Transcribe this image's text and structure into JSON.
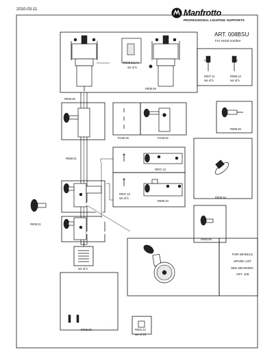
{
  "header": {
    "date": "2010-03-11",
    "brand": "Manfrotto",
    "tagline": "PROFESSIONAL LIGHTING SUPPORTS",
    "article": "ART. 008BSU",
    "serial_note": "For serial number"
  },
  "parts": [
    {
      "code": "R008.09"
    },
    {
      "code": "R008.511AV",
      "qty": "set of 5"
    },
    {
      "code": "R007.11",
      "qty": "set of 5"
    },
    {
      "code": "R098.12",
      "qty": "set of 5"
    },
    {
      "code": "R008.05"
    },
    {
      "code": "R128.26"
    },
    {
      "code": "R128.02"
    },
    {
      "code": "R099.35"
    },
    {
      "code": "R008.01"
    },
    {
      "code": "R007.13"
    },
    {
      "code": "R007.15",
      "qty": "set of 5"
    },
    {
      "code": "R008.10"
    },
    {
      "code": "R008.34"
    },
    {
      "code": "R008.31"
    },
    {
      "code": "R093.48"
    },
    {
      "code": "set of 5"
    },
    {
      "code": "R008.08"
    },
    {
      "code": "R004.12",
      "qty": "set of 10"
    }
  ],
  "wheels_note": [
    "FOR WHEELS",
    "SPARE LIST",
    "SEE DRAWING:",
    "ART. 109"
  ],
  "icons": [
    "manfrotto-logo-icon"
  ]
}
